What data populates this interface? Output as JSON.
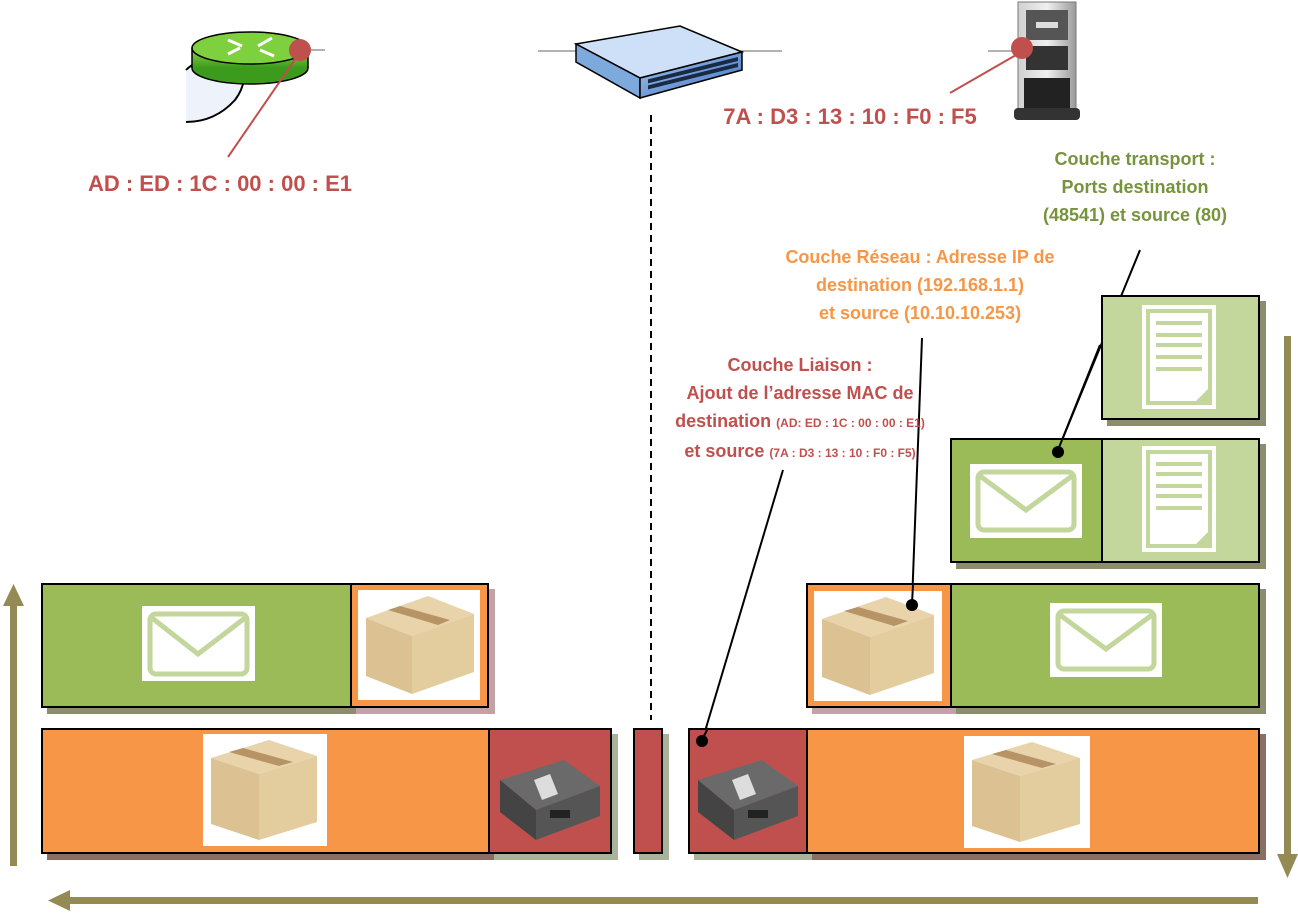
{
  "devices": {
    "router": {
      "icon": "router-icon",
      "mac": "AD : ED : 1C : 00 : 00 : E1"
    },
    "switch": {
      "icon": "switch-icon"
    },
    "server": {
      "icon": "server-icon",
      "mac": "7A : D3 : 13 : 10 : F0 : F5"
    }
  },
  "annotations": {
    "transport": {
      "lines": [
        "Couche transport :",
        "Ports destination",
        "(48541) et source (80)"
      ],
      "color": "#77933c"
    },
    "network": {
      "lines": [
        "Couche Réseau : Adresse IP de",
        "destination (192.168.1.1)",
        "et source (10.10.10.253)"
      ],
      "color": "#f79646"
    },
    "link": {
      "line1": "Couche Liaison :",
      "line2": "Ajout de l’adresse MAC de",
      "line3_main": "destination",
      "line3_small": "(AD: ED : 1C : 00 : 00 : E1)",
      "line4_main": "et source",
      "line4_small": "(7A : D3 : 13 : 10 : F0 : F5)",
      "color": "#c0504d"
    }
  },
  "layers": {
    "application": {
      "color": "#c3d69b",
      "icon": "document-icon"
    },
    "transport": {
      "color": "#9bbb59",
      "icon": "envelope-icon"
    },
    "network": {
      "color": "#f79646",
      "icon": "box-icon"
    },
    "link": {
      "color": "#c0504d",
      "icon": "suitcase-icon"
    }
  },
  "flow": {
    "left_arrow": "up",
    "right_arrow": "down",
    "bottom_arrow": "left",
    "arrow_color": "#948a54"
  }
}
